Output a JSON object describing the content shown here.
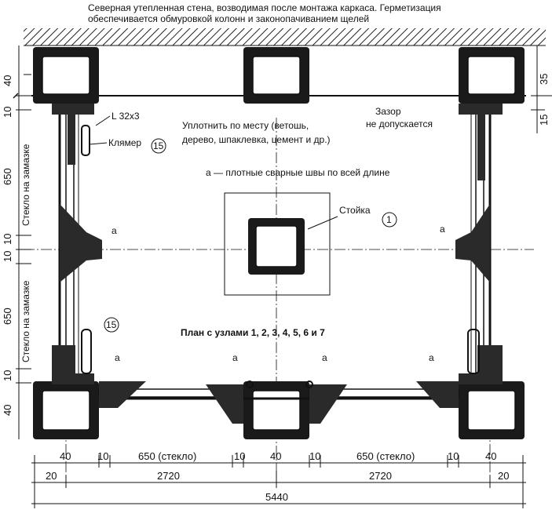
{
  "header": {
    "line1": "Северная утепленная стена, возводимая после монтажа каркаса. Герметизация",
    "line2": "обеспечивается обмуровкой колонн и законопачиванием щелей"
  },
  "callouts": {
    "angle": "L 32x3",
    "clip": "Клямер",
    "clip_ref": "15",
    "seal_line1": "Уплотнить по месту (ветошь,",
    "seal_line2": "дерево, шпаклевка, цемент и др.)",
    "gap_line1": "Зазор",
    "gap_line2": "не допускается",
    "weld_note": "а — плотные сварные швы по всей длине",
    "post": "Стойка",
    "post_ref": "1",
    "plan_title": "План с узлами 1, 2, 3, 4, 5, 6 и 7",
    "weld_mark": "а"
  },
  "left_dims": {
    "d40_top": "40",
    "d10_a": "10",
    "d650_a": "650",
    "glass_a": "Стекло на замазке",
    "d10_b": "10",
    "d10_c": "10",
    "d650_b": "650",
    "glass_b": "Стекло на замазке",
    "d10_d": "10",
    "d40_bottom": "40"
  },
  "right_dims": {
    "d35": "35",
    "d15": "15"
  },
  "bottom_dims": {
    "row1": [
      "40",
      "10",
      "650 (стекло)",
      "10",
      "40",
      "10",
      "650 (стекло)",
      "10",
      "40"
    ],
    "row2": [
      "20",
      "2720",
      "2720",
      "20"
    ],
    "total": "5440"
  }
}
